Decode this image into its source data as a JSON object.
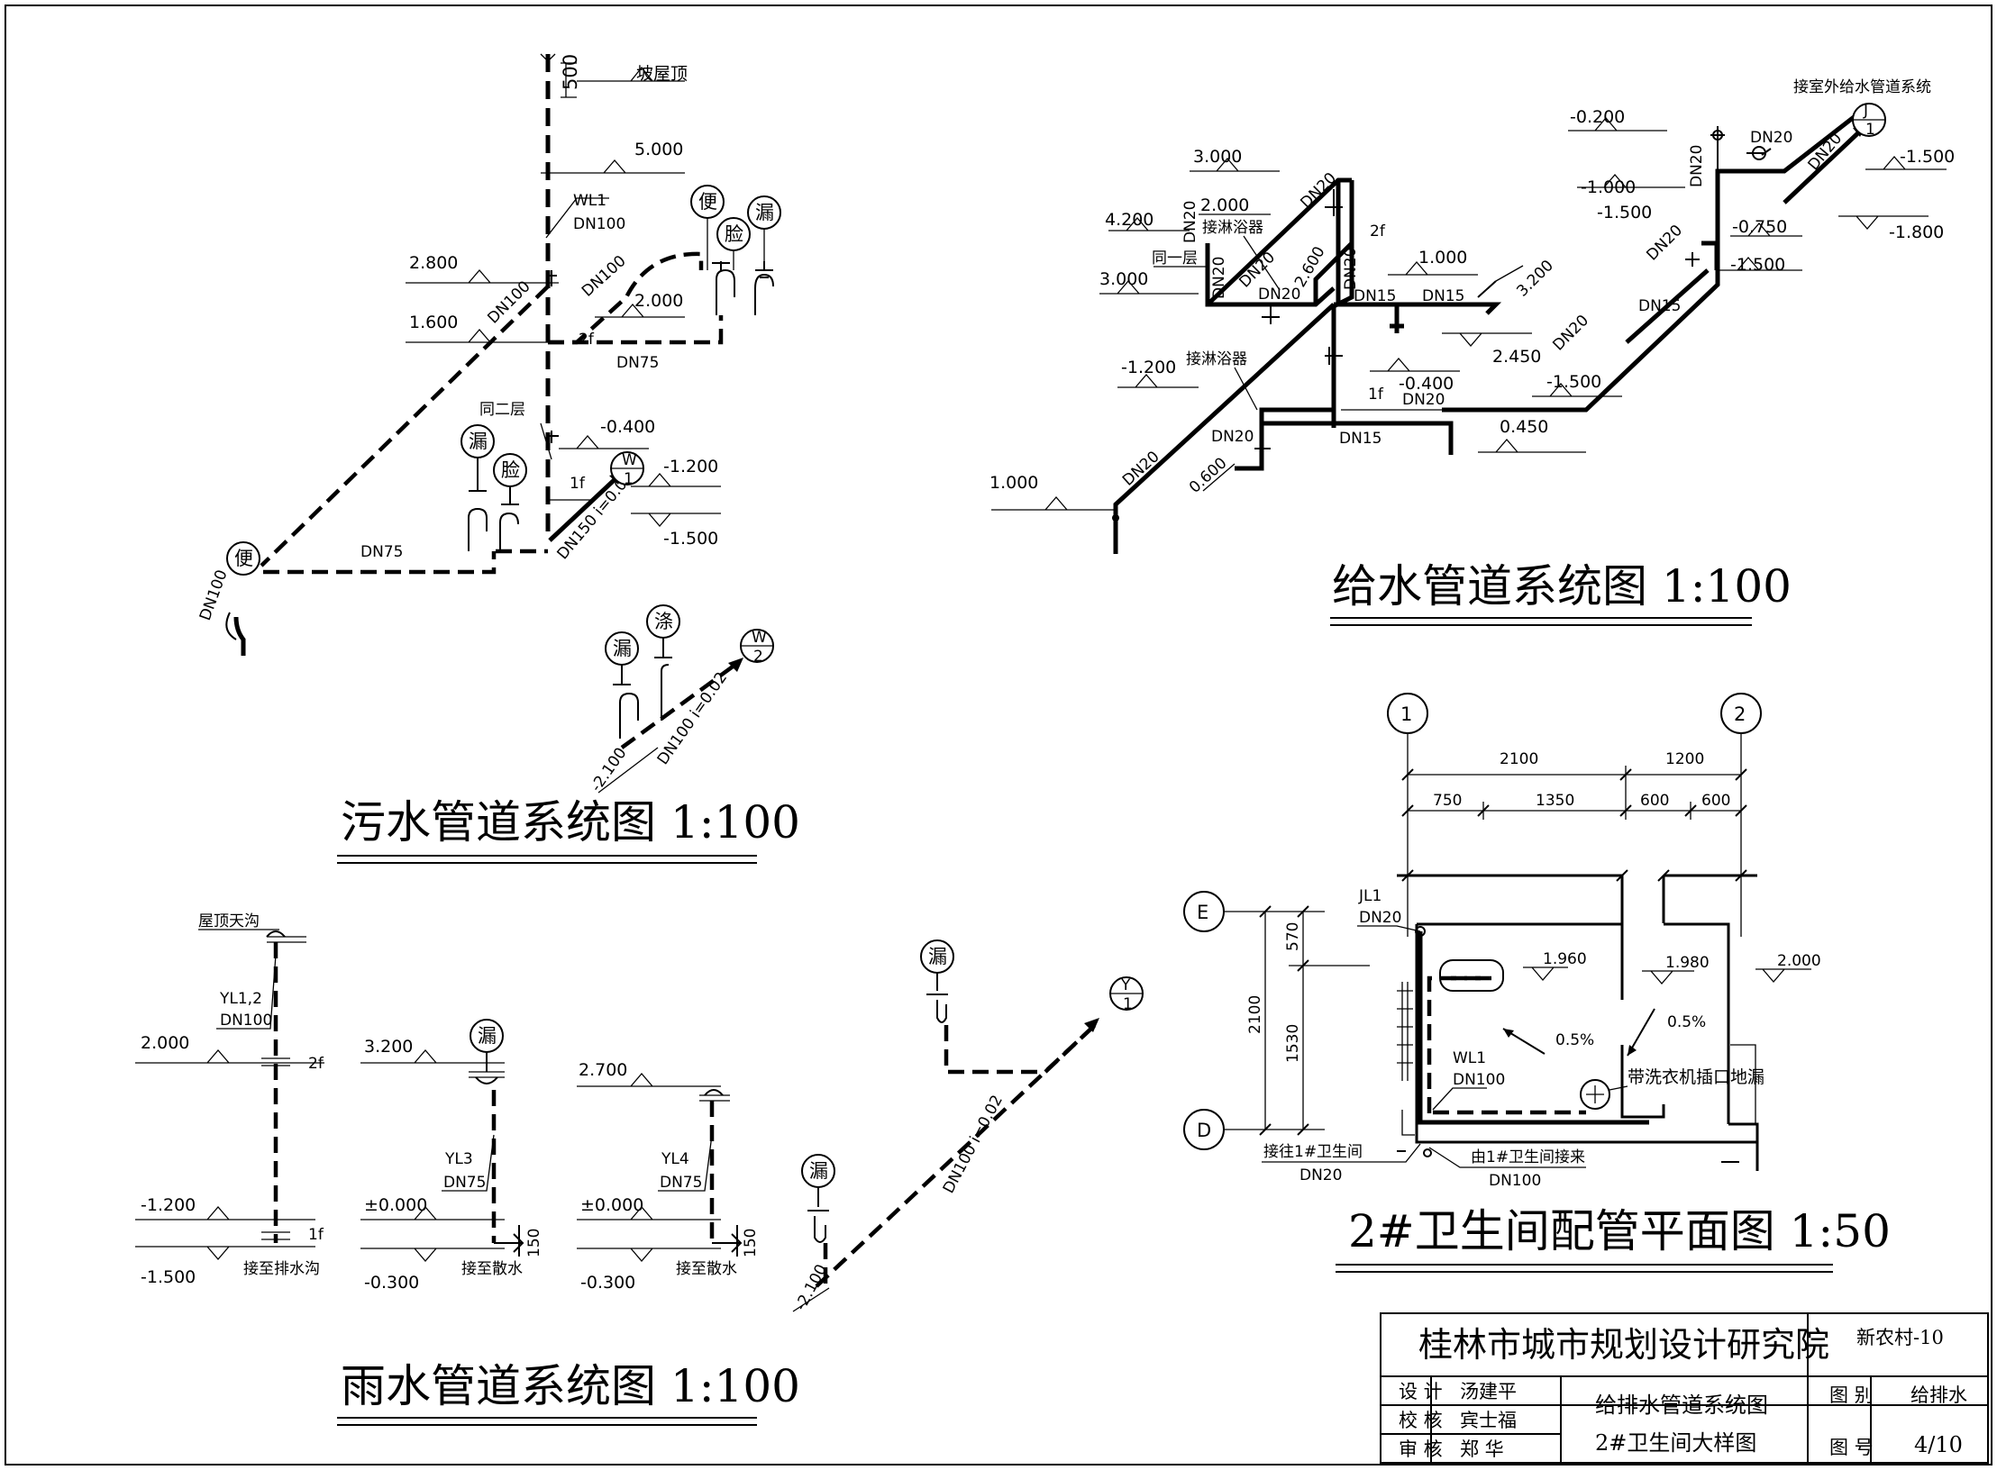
{
  "titles": {
    "sewage": "污水管道系统图 1:100",
    "supply": "给水管道系统图 1:100",
    "rain": "雨水管道系统图 1:100",
    "plan": "2#卫生间配管平面图 1:50"
  },
  "sewage": {
    "roof": "坡屋顶",
    "dim500": "500",
    "el_5000": "5.000",
    "wl1": "WL1",
    "dn100": "DN100",
    "el_2800": "2.800",
    "el_1600": "1.600",
    "el_2000": "2.000",
    "dn75": "DN75",
    "f2": "2f",
    "same2": "同二层",
    "el_m0400": "-0.400",
    "el_m1200": "-1.200",
    "el_m1500": "-1.500",
    "f1": "1f",
    "dn150": "DN150 i=0.01",
    "w": "W",
    "w1": "1",
    "w2": "2",
    "dn100_slope": "DN100 i=0.02",
    "el_m2100": "-2.100",
    "fix_bian": "便",
    "fix_lian": "脸",
    "fix_lou": "漏",
    "fix_di": "涤"
  },
  "supply": {
    "el_3000": "3.000",
    "el_4200": "4.200",
    "el_2000": "2.000",
    "same1": "同一层",
    "shower": "接淋浴器",
    "el_3000b": "3.000",
    "dn20": "DN20",
    "dn15": "DN15",
    "el_2600": "2.600",
    "f2": "2f",
    "el_1000": "1.000",
    "el_3200": "3.200",
    "el_2450": "2.450",
    "el_m1200": "-1.200",
    "el_m0400": "-0.400",
    "f1": "1f",
    "el_0600": "0.600",
    "el_1000b": "1.000",
    "el_m0200": "-0.200",
    "el_m1000": "-1.000",
    "el_m1500": "-1.500",
    "el_m0750": "-0.750",
    "el_m1800": "-1.800",
    "el_0450": "0.450",
    "outdoor": "接室外给水管道系统",
    "j": "J",
    "j1": "1"
  },
  "rain": {
    "gutter": "屋顶天沟",
    "yl12": "YL1,2",
    "dn100": "DN100",
    "el_2000": "2.000",
    "f2": "2f",
    "el_m1200": "-1.200",
    "f1": "1f",
    "el_m1500": "-1.500",
    "to_ditch": "接至排水沟",
    "el_3200": "3.200",
    "yl3": "YL3",
    "dn75": "DN75",
    "el_0000": "±0.000",
    "el_m0300": "-0.300",
    "to_apron": "接至散水",
    "dim150": "150",
    "el_2700": "2.700",
    "yl4": "YL4",
    "y": "Y",
    "y1": "1",
    "dn100_slope": "DN100 i=0.02",
    "el_m2100": "-2.100",
    "fix_lou": "漏"
  },
  "plan": {
    "axis1": "1",
    "axis2": "2",
    "axisE": "E",
    "axisD": "D",
    "d2100": "2100",
    "d1200": "1200",
    "d750": "750",
    "d1350": "1350",
    "d600a": "600",
    "d600b": "600",
    "d570": "570",
    "d1530": "1530",
    "d2100v": "2100",
    "jl1": "JL1",
    "dn20": "DN20",
    "el_1960": "1.960",
    "el_1980": "1.980",
    "el_2000": "2.000",
    "slope1": "0.5%",
    "slope2": "0.5%",
    "wl1": "WL1",
    "dn100": "DN100",
    "washer": "带洗衣机插口地漏",
    "to_bath1": "接往1#卫生间",
    "from_bath1": "由1#卫生间接来",
    "dn20b": "DN20",
    "dn100b": "DN100"
  },
  "titleblock": {
    "institute": "桂林市城市规划设计研究院",
    "project": "新农村-10",
    "design_label": "设 计",
    "designer": "汤建平",
    "check_label": "校 核",
    "checker": "宾士福",
    "review_label": "审 核",
    "reviewer": "郑  华",
    "drawing1": "给排水管道系统图",
    "drawing2": "2#卫生间大样图",
    "cat_label": "图 别",
    "category": "给排水",
    "no_label": "图 号",
    "number": "4/10"
  }
}
